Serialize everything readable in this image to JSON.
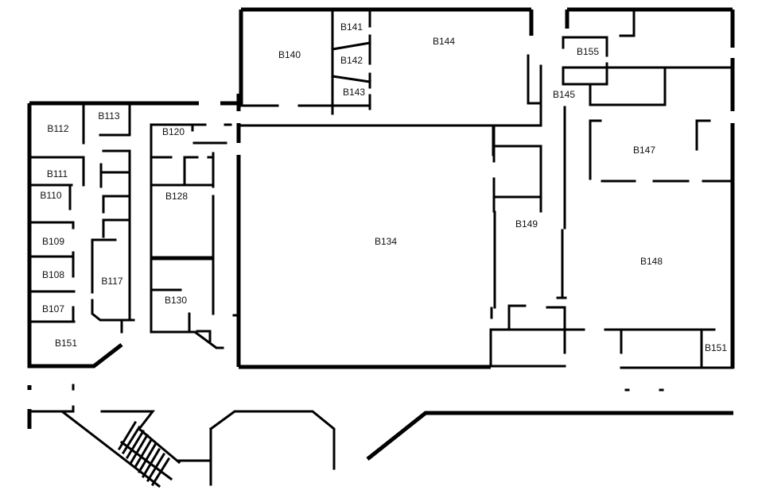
{
  "title": "Floor plan - B level",
  "rooms": {
    "b107": "B107",
    "b108": "B108",
    "b109": "B109",
    "b110": "B110",
    "b111": "B111",
    "b112": "B112",
    "b113": "B113",
    "b117": "B117",
    "b120": "B120",
    "b128": "B128",
    "b130": "B130",
    "b134": "B134",
    "b140": "B140",
    "b141": "B141",
    "b142": "B142",
    "b143": "B143",
    "b144": "B144",
    "b145": "B145",
    "b147": "B147",
    "b148": "B148",
    "b149": "B149",
    "b151_left": "B151",
    "b151_right": "B151",
    "b155": "B155"
  }
}
